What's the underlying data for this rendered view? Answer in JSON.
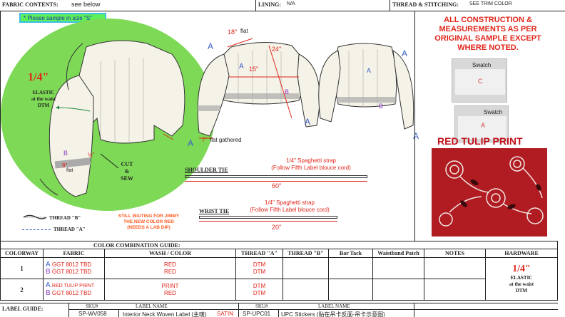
{
  "header": {
    "fabric_label": "FABRIC CONTENTS:",
    "fabric_value": "see below",
    "lining_label": "LINING:",
    "lining_value": "N/A",
    "thread_label": "THREAD & STITCHING:",
    "thread_value": "SEE TRIM COLOR"
  },
  "sample_note": "* Please sample in size \"S\"",
  "construction_note": "ALL CONSTRUCTION & MEASUREMENTS AS PER ORIGINAL SAMPLE EXCEPT WHERE NOTED.",
  "swatch_labels": [
    "Swatch",
    "Swatch"
  ],
  "swatch_letters": [
    "C",
    "A"
  ],
  "print_title": "RED TULIP PRINT",
  "detail": {
    "fraction": "1/4\"",
    "fraction_num": "1",
    "fraction_den": "4",
    "fraction_inch": "\"",
    "elastic_lines": [
      "ELASTIC",
      "at the waist",
      "DTM"
    ],
    "cut_sew_lines": [
      "CUT",
      "&",
      "SEW"
    ],
    "b_label": "B",
    "b_measure": "½\"",
    "nine": "9\"",
    "flat": "flat"
  },
  "flat_sketch": {
    "neck_measure": "18\"",
    "neck_flat": "flat",
    "length": "24\"",
    "body_measure": "15\"",
    "cuff": "7\"",
    "cuff_note": "flat gathered",
    "letters": [
      "A",
      "A",
      "B",
      "A",
      "A",
      "A",
      "A",
      "A",
      "B"
    ]
  },
  "shoulder_tie": {
    "label": "SHOULDER TIE",
    "desc1": "1/4\"  Spaghetti strap",
    "desc2": "(Follow Fifth Label blouce cord)",
    "length": "60\""
  },
  "wrist_tie": {
    "label": "WRIST TIE",
    "desc1": "1/4\"  Spaghetti strap",
    "desc2": "(Follow Fifth Label blouce cord)",
    "length": "20\""
  },
  "thread_legend": {
    "b": "THREAD \"B\"",
    "a": "THREAD \"A\""
  },
  "waiting_note": [
    "STILL WAITING FOR JIMMY",
    "THE NEW COLOR RED",
    "(NEEDS A LAB DIP)"
  ],
  "color_guide": {
    "title": "COLOR COMBINATION GUIDE:",
    "headers": [
      "COLORWAY",
      "FABRIC",
      "WASH / COLOR",
      "THREAD \"A\"",
      "THREAD \"B\"",
      "Bar Tack",
      "Waistband Patch",
      "NOTES",
      "HARDWARE"
    ],
    "rows": [
      {
        "colorway": "1",
        "fabric": [
          {
            "letter": "A",
            "text": "GGT 8012 TBD"
          },
          {
            "letter": "B",
            "text": "GGT 8012 TBD"
          }
        ],
        "wash": [
          "RED",
          "RED"
        ],
        "thread_a": [
          "DTM",
          "DTM"
        ]
      },
      {
        "colorway": "2",
        "fabric": [
          {
            "letter": "A",
            "text": "RED TULIP PRINT"
          },
          {
            "letter": "B",
            "text": "GGT 8012 TBD"
          }
        ],
        "wash": [
          "PRINT",
          "RED"
        ],
        "thread_a": [
          "DTM",
          "DTM"
        ]
      }
    ],
    "hardware_num": "1",
    "hardware_den": "4",
    "hardware_inch": "\"",
    "hardware_lines": [
      "ELASTIC",
      "at the waist",
      "DTM"
    ]
  },
  "label_guide": {
    "title": "LABEL GUIDE:",
    "sku_header": "SKU#",
    "name_header": "LABEL NAME",
    "sku_header2": "SKU#",
    "name_header2": "LABEL NAME",
    "sku1": "SP-WV058",
    "name1": "Interior Neck Woven Label (主唛)",
    "name1_tag": "SATIN",
    "sku2": "SP-UPC01",
    "name2": "UPC Stickers (贴在吊卡反面-吊卡示意图)"
  },
  "colors": {
    "accent_red": "#e0261b",
    "blue": "#3a5fc8",
    "purple": "#8a3fc0",
    "green_circle": "#7ed957",
    "print_bg": "#b01c22"
  }
}
